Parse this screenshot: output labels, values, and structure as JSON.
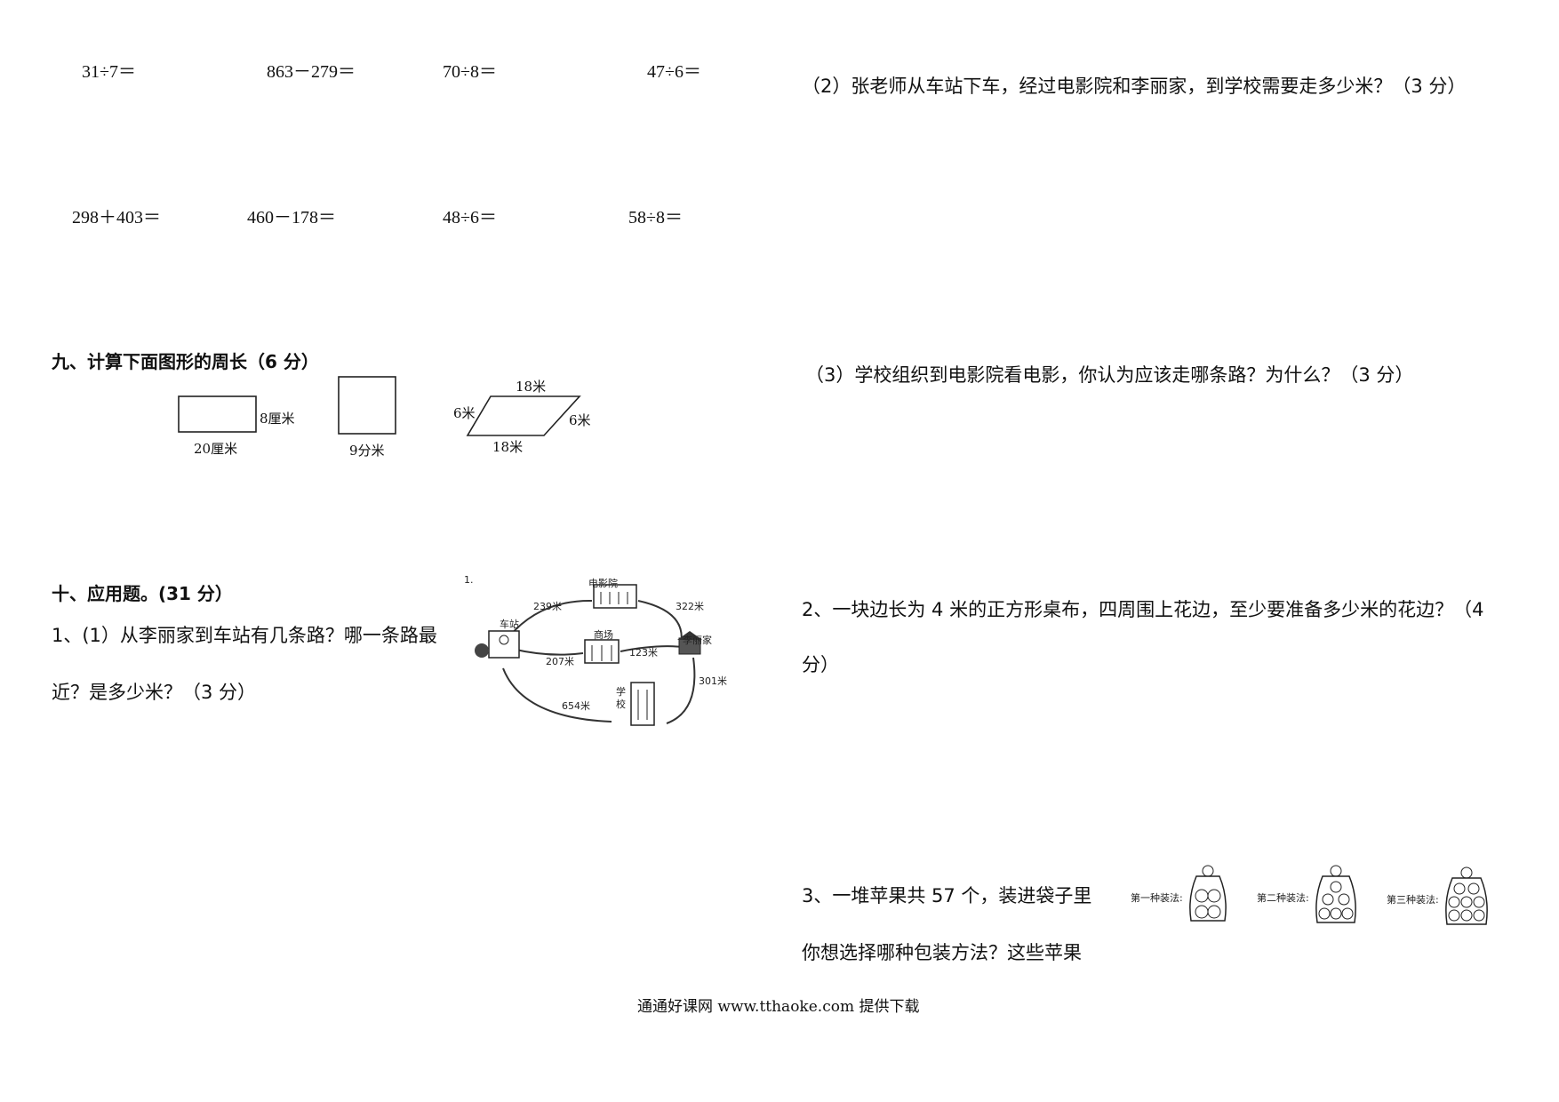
{
  "calculations": {
    "row1": [
      "31÷7＝",
      "863－279＝",
      "70÷8＝",
      "47÷6＝"
    ],
    "row2": [
      "298＋403＝",
      "460－178＝",
      "48÷6＝",
      "58÷8＝"
    ]
  },
  "section9": {
    "title": "九、计算下面图形的周长（6 分）",
    "rect": {
      "height_label": "8厘米",
      "width_label": "20厘米"
    },
    "square": {
      "side_label": "9分米"
    },
    "parallelogram": {
      "top_label": "18米",
      "left_label": "6米",
      "right_label": "6米",
      "bottom_label": "18米"
    }
  },
  "section10": {
    "title": "十、应用题。(31 分）",
    "q1_line1": "1、(1）从李丽家到车站有几条路？哪一条路最",
    "q1_line2": "近？是多少米？（3 分）",
    "map": {
      "number": "1.",
      "labels": {
        "cinema": "电影院",
        "station": "车站",
        "mall": "商场",
        "lili_home": "李丽家",
        "school_1": "学",
        "school_2": "校"
      },
      "distances": {
        "station_cinema": "239米",
        "cinema_home": "322米",
        "station_mall": "207米",
        "mall_home": "123米",
        "home_school": "301米",
        "station_school": "654米"
      }
    }
  },
  "right": {
    "q1_2": "（2）张老师从车站下车，经过电影院和李丽家，到学校需要走多少米？（3 分）",
    "q1_3": "（3）学校组织到电影院看电影，你认为应该走哪条路？为什么？（3 分）",
    "q2_line1": "2、一块边长为 4 米的正方形桌布，四周围上花边，至少要准备多少米的花边？（4",
    "q2_line2": "分）",
    "q3_line1": "3、一堆苹果共 57 个，装进袋子里",
    "q3_line2": "你想选择哪种包装方法？这些苹果",
    "packing": [
      "第一种装法:",
      "第二种装法:",
      "第三种装法:"
    ]
  },
  "footer": "通通好课网  www.tthaoke.com  提供下载"
}
